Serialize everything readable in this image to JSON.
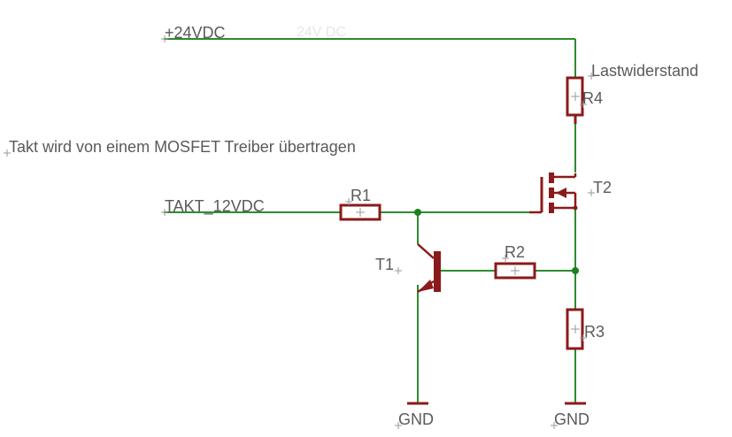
{
  "labels": {
    "supply": "+24VDC",
    "supply_ghost": "24V DC",
    "load_desc": "Lastwiderstand",
    "note": "Takt wird von einem MOSFET Treiber übertragen",
    "takt": "TAKT_12VDC",
    "r1": "R1",
    "r2": "R2",
    "r3": "R3",
    "r4": "R4",
    "t1": "T1",
    "t2": "T2",
    "gnd_left": "GND",
    "gnd_right": "GND"
  },
  "colors": {
    "wire": "#2e8b2e",
    "component": "#8b1a1a",
    "text": "#5a5a5a",
    "junction": "#1f7f1f"
  }
}
